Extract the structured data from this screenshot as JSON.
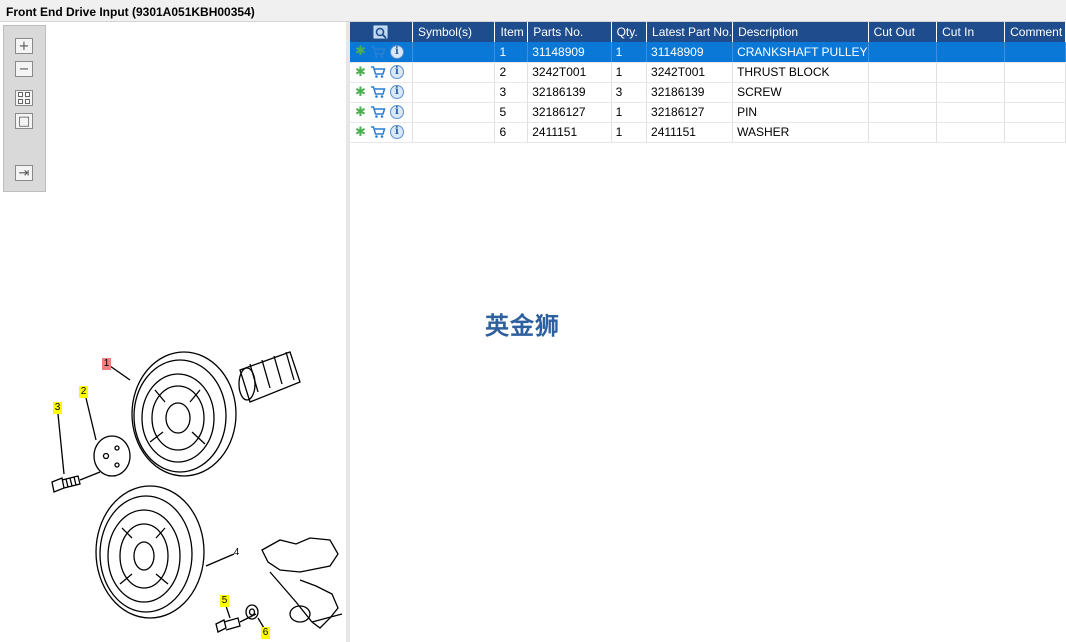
{
  "window": {
    "title": "Front End Drive Input (9301A051KBH00354)"
  },
  "watermark": "英金狮",
  "table": {
    "columns": [
      "",
      "Symbol(s)",
      "Item",
      "Parts No.",
      "Qty.",
      "Latest Part No.",
      "Description",
      "Cut Out",
      "Cut In",
      "Comment"
    ],
    "rows": [
      {
        "symbol": "",
        "item": "1",
        "part_no": "31148909",
        "qty": "1",
        "latest_part_no": "31148909",
        "description": "CRANKSHAFT PULLEY",
        "cut_out": "",
        "cut_in": "",
        "comment": "",
        "selected": true
      },
      {
        "symbol": "",
        "item": "2",
        "part_no": "3242T001",
        "qty": "1",
        "latest_part_no": "3242T001",
        "description": "THRUST BLOCK",
        "cut_out": "",
        "cut_in": "",
        "comment": "",
        "selected": false
      },
      {
        "symbol": "",
        "item": "3",
        "part_no": "32186139",
        "qty": "3",
        "latest_part_no": "32186139",
        "description": "SCREW",
        "cut_out": "",
        "cut_in": "",
        "comment": "",
        "selected": false
      },
      {
        "symbol": "",
        "item": "5",
        "part_no": "32186127",
        "qty": "1",
        "latest_part_no": "32186127",
        "description": "PIN",
        "cut_out": "",
        "cut_in": "",
        "comment": "",
        "selected": false
      },
      {
        "symbol": "",
        "item": "6",
        "part_no": "2411151",
        "qty": "1",
        "latest_part_no": "2411151",
        "description": "WASHER",
        "cut_out": "",
        "cut_in": "",
        "comment": "",
        "selected": false
      }
    ]
  },
  "diagram": {
    "callouts": [
      {
        "label": "1",
        "color": "#f08080"
      },
      {
        "label": "2",
        "color": "#ffff00"
      },
      {
        "label": "3",
        "color": "#ffff00"
      },
      {
        "label": "4",
        "color": ""
      },
      {
        "label": "5",
        "color": "#ffff00"
      },
      {
        "label": "6",
        "color": "#ffff00"
      }
    ]
  },
  "icons": {
    "zoom_in": "zoom-in-icon",
    "zoom_out": "zoom-out-icon",
    "fit_all": "fit-all-icon",
    "fit_window": "fit-window-icon",
    "export": "export-icon",
    "row_gear": "gear-icon",
    "row_cart": "cart-icon",
    "row_info": "info-icon"
  },
  "colors": {
    "header": "#1e4c8c",
    "selected_row": "#0a78d7",
    "callout_yellow": "#ffff00",
    "callout_red": "#f08080"
  }
}
